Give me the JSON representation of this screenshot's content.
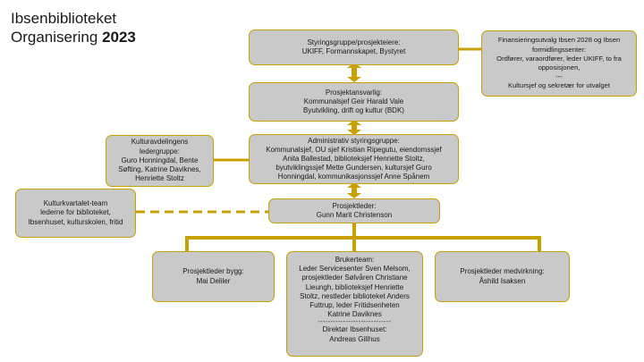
{
  "title": {
    "line1": "Ibsenbiblioteket",
    "line2_text": "Organisering ",
    "line2_year": "2023"
  },
  "colors": {
    "connector": "#c8a000",
    "box_fill": "#c9c9c9",
    "box_border": "#c8a000"
  },
  "boxes": {
    "styringsgruppe": [
      "Styringsgruppe/prosjekteiere:",
      "UKIFF, Formannskapet, Bystyret"
    ],
    "finansiering": [
      "Finansieringsutvalg Ibsen 2028 og Ibsen",
      "formidlingssenter:",
      "Ordfører, varaordfører, leder UKIFF, to fra",
      "opposisjonen,",
      "---",
      "Kultursjef og sekretær for utvalget"
    ],
    "prosjektansvarlig": [
      "Prosjektansvarlig:",
      "Kommunalsjef Geir Harald Vale",
      "Byutvikling, drift og kultur (BDK)"
    ],
    "kulturavdelingens": [
      "Kulturavdelingens",
      "ledergruppe:",
      "Guro Honningdal, Bente",
      "Søfting, Katrine Daviknes,",
      "Henriette Stoltz"
    ],
    "administrativ": [
      "Administrativ styringsgruppe:",
      "Kommunalsjef, OU sjef Kristian Ripegutu, eiendomssjef",
      "Anita Ballestad, biblioteksjef Henriette Stoltz,",
      "byutviklingssjef Mette Gundersen, kultursjef Guro",
      "Honningdal, kommunikasjonssjef Anne Spånem"
    ],
    "kulturkvartalet": [
      "Kulturkvartalet-team",
      "lederne for biblioteket,",
      "Ibsenhuset, kulturskolen, fritid"
    ],
    "prosjektleder": [
      "Prosjektleder:",
      "Gunn Marit Christenson"
    ],
    "prosjektleder_bygg": [
      "Prosjektleder bygg:",
      "Mai Deliler"
    ],
    "brukerteam": [
      "Brukerteam:",
      "Leder Servicesenter Sven Melsom,",
      "prosjektleder Sølvåren Christiane",
      "Lieungh, biblioteksjef Henriette",
      "Stoltz, nestleder biblioteket Anders",
      "Futtrup, leder Fritidsenheten",
      "Katrine Daviknes"
    ],
    "brukerteam_separator": "-----------------------------",
    "brukerteam_direktor": [
      "Direktør Ibsenhuset:",
      "Andreas Gilihus"
    ],
    "prosjektleder_medvirkning": [
      "Prosjektleder medvirkning:",
      "Åshild Isaksen"
    ]
  }
}
